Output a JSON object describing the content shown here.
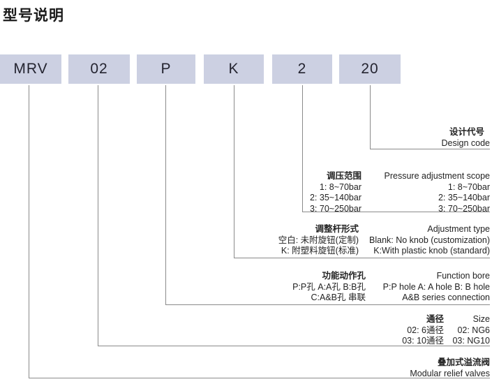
{
  "title": "型号说明",
  "code_boxes": [
    {
      "label": "MRV"
    },
    {
      "label": "02"
    },
    {
      "label": "P"
    },
    {
      "label": "K"
    },
    {
      "label": "2"
    },
    {
      "label": "20"
    }
  ],
  "descriptions": [
    {
      "key": "design-code",
      "zh": [
        "设计代号"
      ],
      "en": [
        "Design code"
      ]
    },
    {
      "key": "pressure-adjustment-scope",
      "zh": [
        "调压范围",
        "1: 8~70bar",
        "2: 35~140bar",
        "3: 70~250bar"
      ],
      "en": [
        "Pressure adjustment scope",
        "1: 8~70bar",
        "2: 35~140bar",
        "3: 70~250bar"
      ]
    },
    {
      "key": "adjustment-type",
      "zh": [
        "调整杆形式",
        "空白: 未附旋钮(定制)",
        "K: 附塑料旋钮(标准)"
      ],
      "en": [
        "Adjustment type",
        "Blank: No knob (customization)",
        "K:With plastic knob (standard)"
      ]
    },
    {
      "key": "function-bore",
      "zh": [
        "功能动作孔",
        "P:P孔  A:A孔  B:B孔",
        "C:A&B孔 串联"
      ],
      "en": [
        "Function bore",
        "P:P hole   A: A hole   B: B hole",
        "A&B series connection"
      ]
    },
    {
      "key": "size",
      "zh": [
        "通径",
        "02: 6通径",
        "03: 10通径"
      ],
      "en": [
        "Size",
        "02: NG6",
        "03: NG10"
      ]
    },
    {
      "key": "product-name",
      "zh": [
        "叠加式溢流阀"
      ],
      "en": [
        "Modular relief valves"
      ]
    }
  ],
  "colors": {
    "box_fill": "#ccd0e2",
    "line": "#8a8a8a",
    "text": "#232323"
  }
}
